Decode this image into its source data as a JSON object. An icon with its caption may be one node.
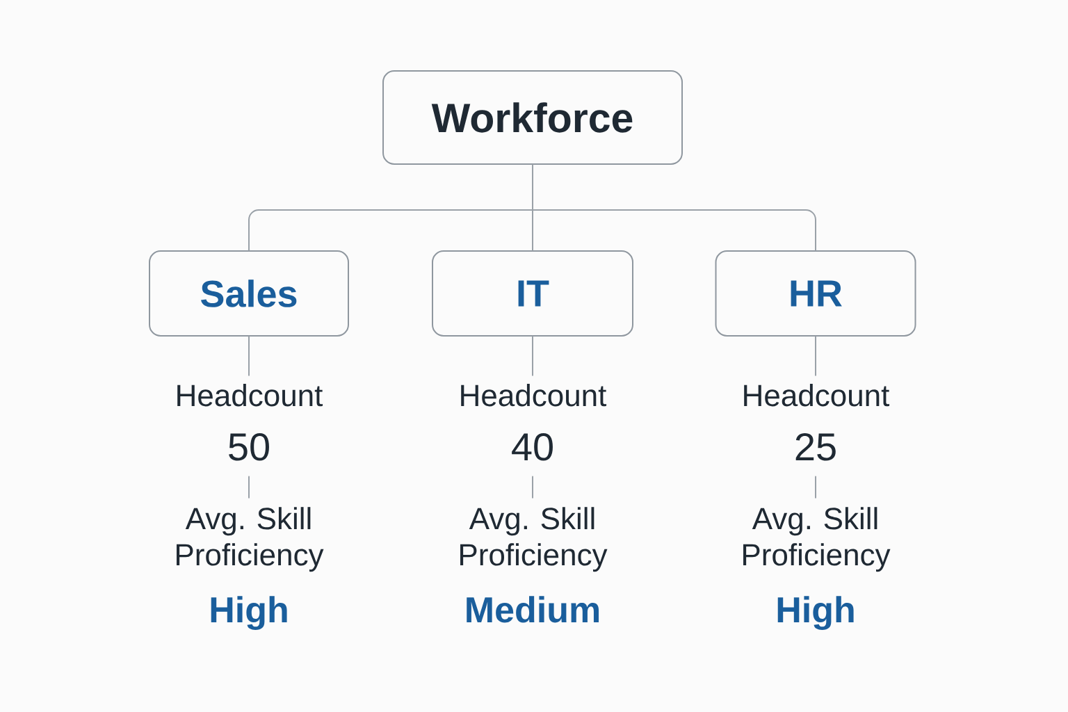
{
  "diagram": {
    "nodes": [
      {
        "text": [
          "Workforce"
        ]
      },
      {
        "text": [
          "Sales"
        ]
      },
      {
        "text": [
          "IT"
        ]
      },
      {
        "text": [
          "HR"
        ]
      },
      {
        "text": [
          "Headcount",
          "50"
        ]
      },
      {
        "text": [
          "Headcount",
          "40"
        ]
      },
      {
        "text": [
          "Headcount",
          "25"
        ]
      },
      {
        "text": [
          "Avg. Skill Proficiency",
          "High"
        ]
      },
      {
        "text": [
          "Avg. Skill Proficiency",
          "Medium"
        ]
      },
      {
        "text": [
          "Avg. Skill Proficiency",
          "High"
        ]
      }
    ],
    "edges": [
      {
        "from": 0,
        "to": 1,
        "arrow": "none"
      },
      {
        "from": 0,
        "to": 2,
        "arrow": "none"
      },
      {
        "from": 0,
        "to": 3,
        "arrow": "none"
      },
      {
        "from": 1,
        "to": 4,
        "arrow": "none"
      },
      {
        "from": 2,
        "to": 5,
        "arrow": "none"
      },
      {
        "from": 3,
        "to": 6,
        "arrow": "none"
      },
      {
        "from": 4,
        "to": 7,
        "arrow": "none"
      },
      {
        "from": 5,
        "to": 8,
        "arrow": "none"
      },
      {
        "from": 6,
        "to": 9,
        "arrow": "none"
      }
    ]
  }
}
